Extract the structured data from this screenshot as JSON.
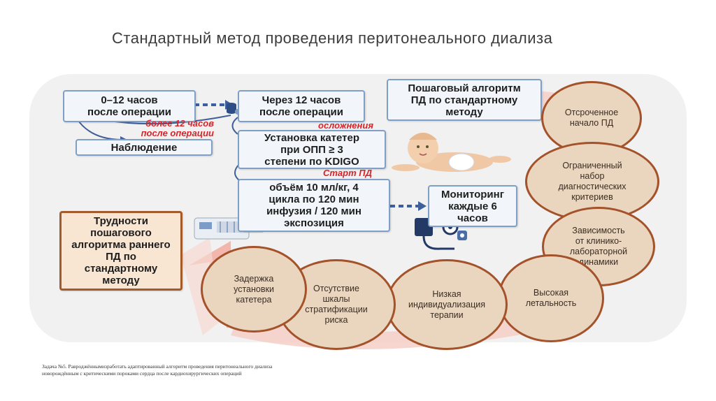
{
  "title": "Стандартный метод проведения перитонеального диализа",
  "boxes": {
    "b1": "0–12 часов\nпосле операции",
    "b2": "Через 12 часов\nпосле операции",
    "observation": "Наблюдение",
    "catheter": "Установка катетер\nпри ОПП ≥ 3\nстепени по KDIGO",
    "volume": "объём 10 мл/кг, 4\nцикла по 120 мин\nинфузия / 120 мин\nэкспозиция",
    "monitoring": "Мониторинг\nкаждые 6\nчасов",
    "algorithm": "Пошаговый алгоритм\nПД по стандартному\nметоду",
    "difficulties": "Трудности\nпошагового\nалгоритма раннего\nПД по\nстандартному\nметоду"
  },
  "labels": {
    "more12": "более 12 часов\nпосле операции",
    "complications": "осложнения",
    "start": "Старт ПД"
  },
  "circles": {
    "c1": "Отсроченное\nначало ПД",
    "c2": "Ограниченный\nнабор\nдиагностических\nкритериев",
    "c3": "Зависимость\nот клинико-\nлабораторной\nдинамики",
    "c4": "Высокая\nлетальность",
    "c5": "Низкая\nиндивидуализация\nтерапии",
    "c6": "Отсутствие\nшкалы\nстратификации\nриска",
    "c7": "Задержка\nустановки\nкатетера"
  },
  "footnote": "Задача №5. Равроджённымизработать адаптированный алгоритм проведения перитонеального диализа\nноворождённым с критическими пороками сердца после кардиохирургических операций",
  "colors": {
    "box_border": "#7f9fc6",
    "orange_border": "#a55a2c",
    "circle_fill": "#ead6bf",
    "red_text": "#d8232a",
    "arrow": "#f2b9b0"
  }
}
